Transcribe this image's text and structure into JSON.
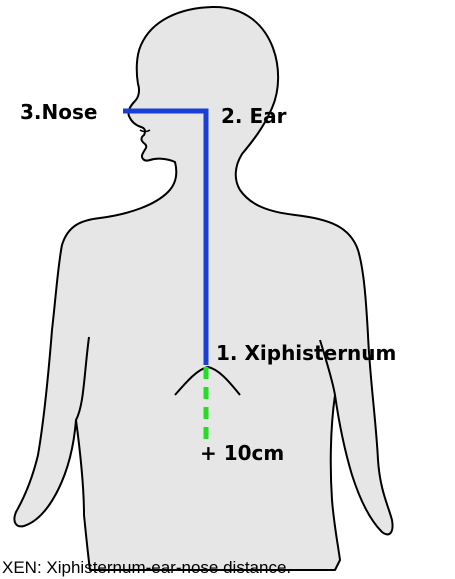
{
  "colors": {
    "body_fill": "#e6e6e6",
    "body_outline": "#000000",
    "measure_line": "#1a3fd6",
    "extension_line": "#22dd22",
    "text": "#000000"
  },
  "labels": {
    "nose": "3.Nose",
    "ear": "2. Ear",
    "xiphisternum": "1. Xiphisternum",
    "extension": "+ 10cm"
  },
  "caption": "XEN: Xiphisternum-ear-nose distance."
}
